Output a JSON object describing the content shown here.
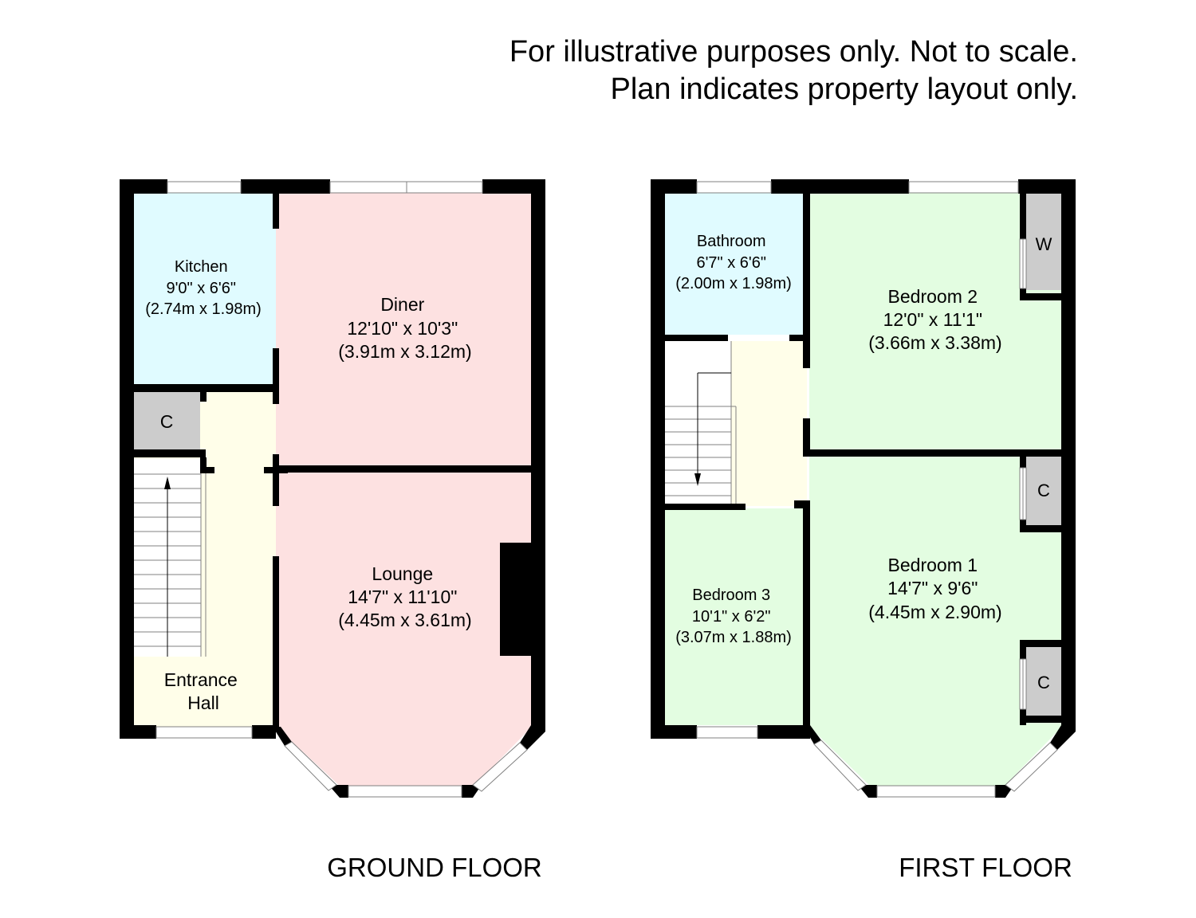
{
  "disclaimer": {
    "line1": "For illustrative purposes only. Not to scale.",
    "line2": "Plan indicates property layout only."
  },
  "colors": {
    "wall": "#000000",
    "kitchen_bathroom": "#e0fbff",
    "diner_lounge": "#fde1e1",
    "hall_landing": "#fffee9",
    "bedrooms": "#e3fde1",
    "cupboard": "#cccccc"
  },
  "ground_floor": {
    "title": "GROUND FLOOR",
    "kitchen": {
      "name": "Kitchen",
      "imperial": "9'0\" x 6'6\"",
      "metric": "(2.74m x 1.98m)"
    },
    "diner": {
      "name": "Diner",
      "imperial": "12'10\" x 10'3\"",
      "metric": "(3.91m x 3.12m)"
    },
    "lounge": {
      "name": "Lounge",
      "imperial": "14'7\" x 11'10\"",
      "metric": "(4.45m x 3.61m)"
    },
    "hall": {
      "line1": "Entrance",
      "line2": "Hall"
    },
    "cupboard": "C"
  },
  "first_floor": {
    "title": "FIRST FLOOR",
    "bathroom": {
      "name": "Bathroom",
      "imperial": "6'7\" x 6'6\"",
      "metric": "(2.00m x 1.98m)"
    },
    "bedroom2": {
      "name": "Bedroom 2",
      "imperial": "12'0\" x 11'1\"",
      "metric": "(3.66m x 3.38m)"
    },
    "bedroom1": {
      "name": "Bedroom 1",
      "imperial": "14'7\" x 9'6\"",
      "metric": "(4.45m x 2.90m)"
    },
    "bedroom3": {
      "name": "Bedroom 3",
      "imperial": "10'1\" x 6'2\"",
      "metric": "(3.07m x 1.88m)"
    },
    "wardrobe": "W",
    "cupboard_top": "C",
    "cupboard_bottom": "C"
  }
}
